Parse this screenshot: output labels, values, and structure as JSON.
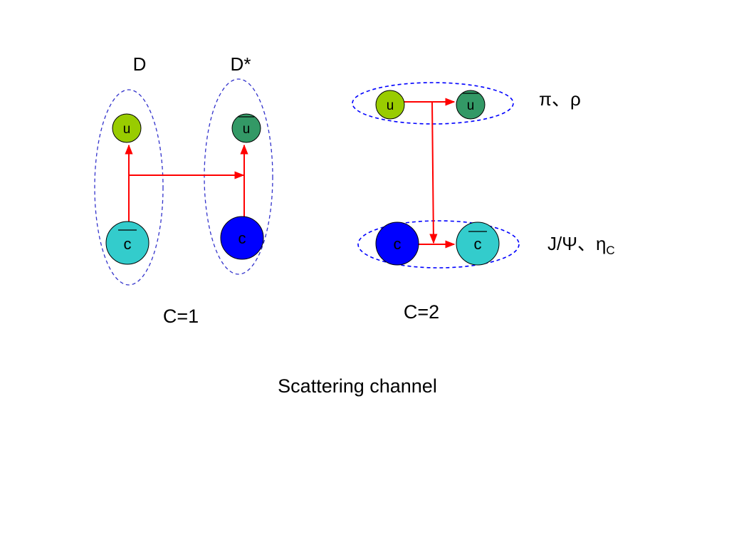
{
  "left_diagram": {
    "label_d": "D",
    "label_dstar": "D*",
    "quark_u": "u",
    "quark_ubar": "u",
    "quark_cbar": "c",
    "quark_c": "c",
    "caption": "C=1"
  },
  "right_diagram": {
    "quark_u": "u",
    "quark_ubar": "u",
    "quark_c": "c",
    "quark_cbar": "c",
    "label_light": "π、ρ",
    "label_heavy_main": "J/Ψ、η",
    "label_heavy_sub": "C",
    "caption": "C=2"
  },
  "footer": {
    "title": "Scattering channel"
  },
  "colors": {
    "u_quark": "#99cc00",
    "ubar_quark": "#339966",
    "c_quark": "#0000ff",
    "cbar_quark": "#33cccc",
    "arrow": "#ff0000",
    "ellipse_left": "#3333cc",
    "ellipse_right": "#0000ff"
  }
}
